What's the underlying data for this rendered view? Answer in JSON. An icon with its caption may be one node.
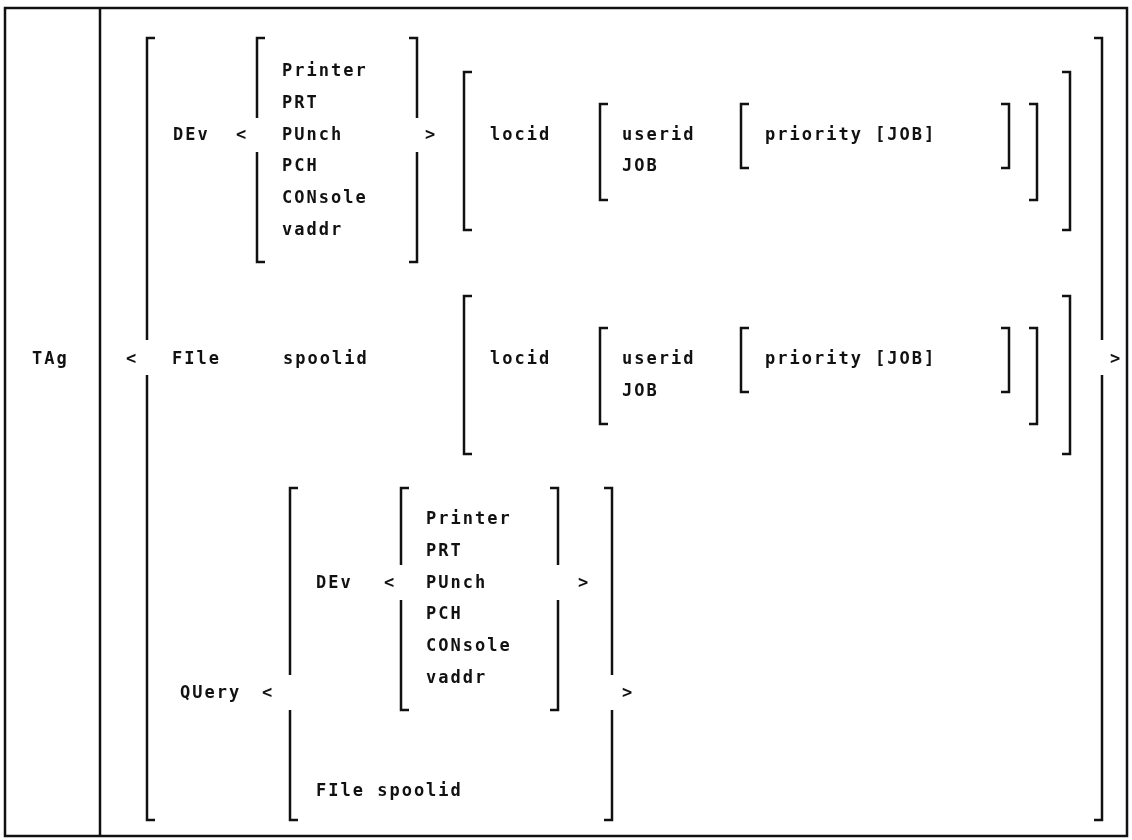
{
  "diagram": {
    "labels": [
      "TAg",
      "<",
      "DEv",
      "<",
      "Printer",
      "PRT",
      "PUnch",
      "PCH",
      "CONsole",
      "vaddr",
      ">",
      "locid",
      "userid",
      "JOB",
      "priority [JOB]",
      "FIle",
      "spoolid",
      "locid",
      "userid",
      "JOB",
      "priority [JOB]",
      ">",
      "QUery",
      "<",
      "DEv",
      "<",
      "Printer",
      "PRT",
      "PUnch",
      "PCH",
      "CONsole",
      "vaddr",
      ">",
      ">",
      "FIle spoolid"
    ]
  }
}
